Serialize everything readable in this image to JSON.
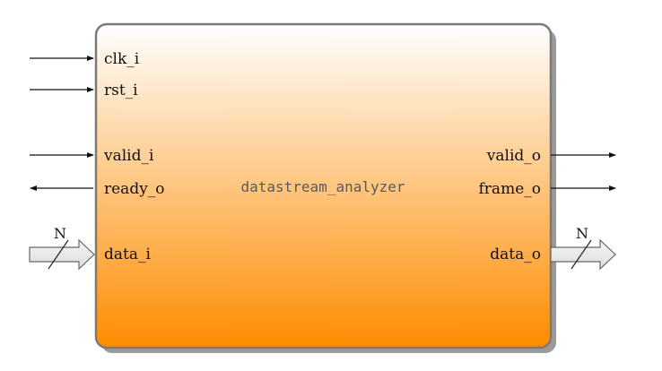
{
  "module": {
    "name": "datastream_analyzer"
  },
  "inputs": [
    {
      "label": "clk_i",
      "direction": "in"
    },
    {
      "label": "rst_i",
      "direction": "in"
    },
    {
      "label": "valid_i",
      "direction": "in"
    },
    {
      "label": "ready_o",
      "direction": "out"
    }
  ],
  "outputs": [
    {
      "label": "valid_o",
      "direction": "out"
    },
    {
      "label": "frame_o",
      "direction": "out"
    }
  ],
  "buses": {
    "input": {
      "label": "data_i",
      "width": "N"
    },
    "output": {
      "label": "data_o",
      "width": "N"
    }
  },
  "colors": {
    "gradient_top": "#ffffff",
    "gradient_bottom": "#ff8c00",
    "box_border": "#7a7a7a",
    "shadow": "#9a9a9a",
    "bus_arrow_fill": "#dcdcdc",
    "bus_arrow_stroke": "#666666"
  }
}
